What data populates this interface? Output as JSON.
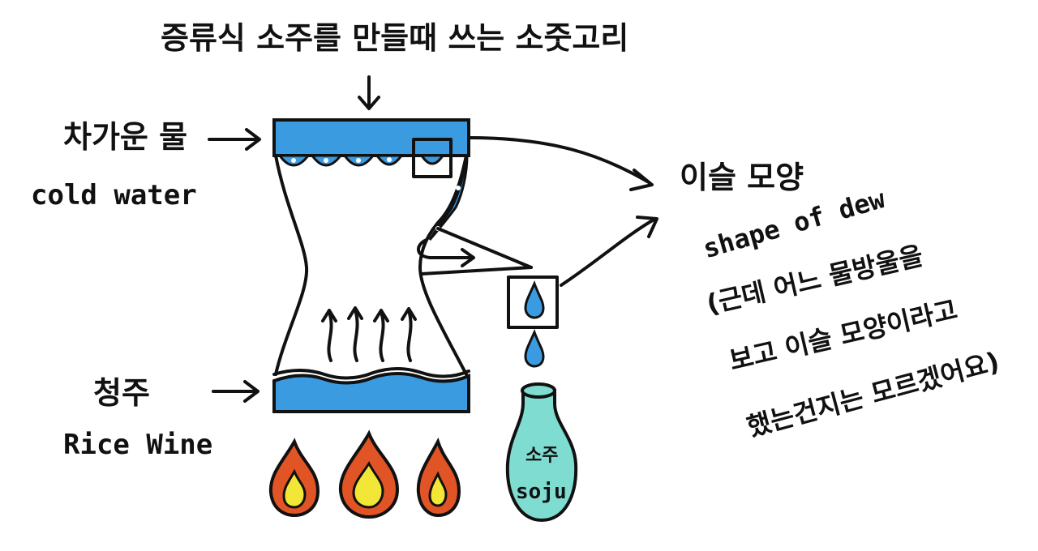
{
  "title": "증류식 소주를 만들때 쓰는 소줏고리",
  "cold_water": {
    "ko": "차가운 물",
    "en": "cold water"
  },
  "rice_wine": {
    "ko": "청주",
    "en": "Rice Wine"
  },
  "dew": {
    "ko": "이슬 모양",
    "en": "shape of dew"
  },
  "note_lines": [
    "(근데 어느 물방울을",
    "보고 이슬 모양이라고",
    "했는건지는 모르겠어요)"
  ],
  "bottle": {
    "ko": "소주",
    "en": "soju"
  },
  "colors": {
    "water": "#3a9be0",
    "flame_outer": "#e05426",
    "flame_inner": "#f2e636",
    "bottle": "#7fdcd1",
    "ink": "#111111"
  }
}
